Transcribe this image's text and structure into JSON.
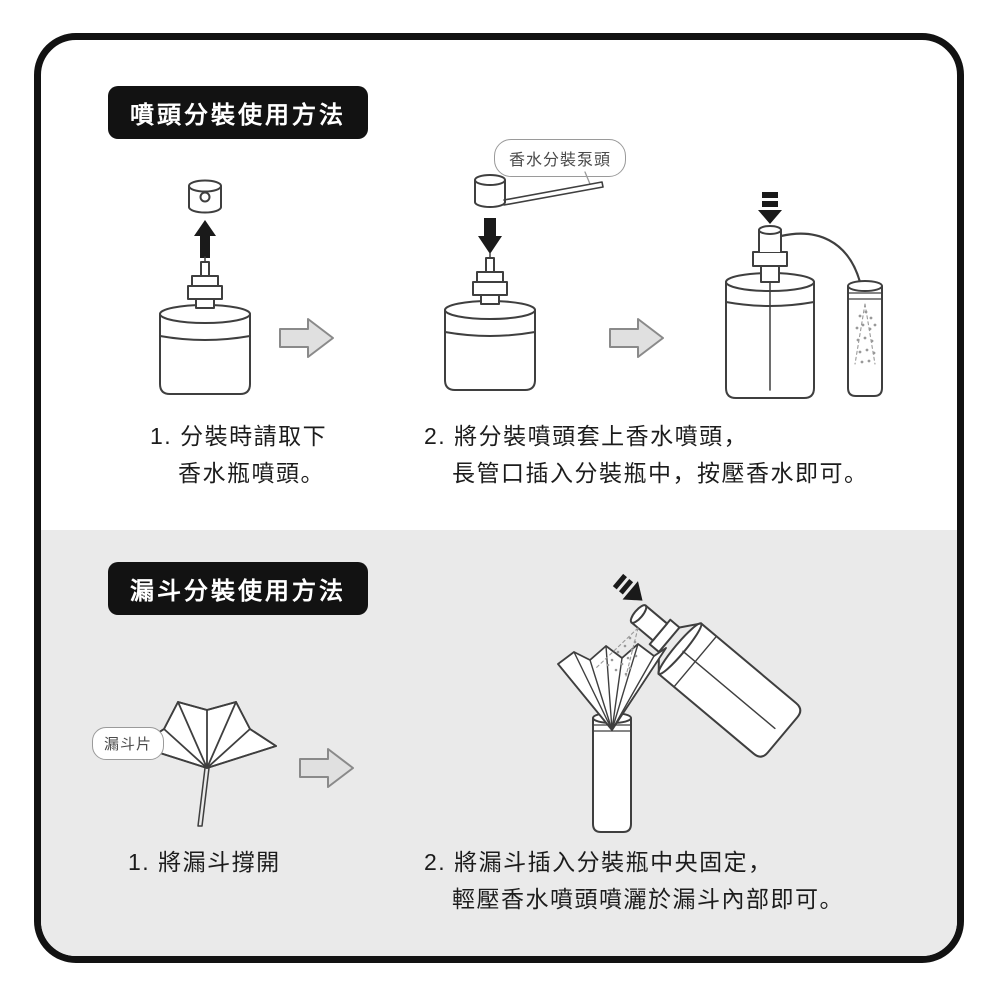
{
  "sections": {
    "spray": {
      "title": "噴頭分裝使用方法",
      "pump_label": "香水分裝泵頭",
      "step1_line1": "1. 分裝時請取下",
      "step1_line2": "香水瓶噴頭。",
      "step2_line1": "2. 將分裝噴頭套上香水噴頭，",
      "step2_line2": "長管口插入分裝瓶中，按壓香水即可。"
    },
    "funnel": {
      "title": "漏斗分裝使用方法",
      "funnel_label": "漏斗片",
      "step1": "1. 將漏斗撐開",
      "step2_line1": "2. 將漏斗插入分裝瓶中央固定，",
      "step2_line2": "輕壓香水噴頭噴灑於漏斗內部即可。"
    }
  },
  "colors": {
    "border": "#121212",
    "label_bg": "#121212",
    "label_text": "#ffffff",
    "funnel_section_bg": "#eaeaea",
    "line_art": "#3f3f3f",
    "arrow_fill": "#e0e0e0",
    "arrow_stroke": "#8a8a8a",
    "text": "#1c1c1c"
  }
}
